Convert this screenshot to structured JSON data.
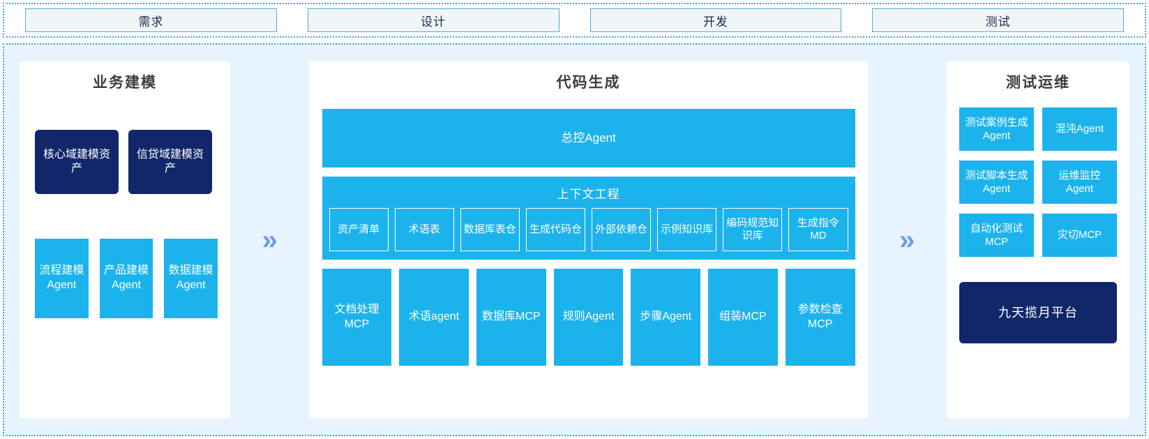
{
  "phases": [
    {
      "label": "需求"
    },
    {
      "label": "设计"
    },
    {
      "label": "开发"
    },
    {
      "label": "测试"
    }
  ],
  "arrows": {
    "glyph": "»"
  },
  "colors": {
    "blue": "#1cb3ec",
    "navy": "#11276a",
    "background": "#e7f4fd",
    "arrow": "#6d9ce9",
    "frame_border": "#3aa7dd",
    "phase_border": "#4badd4",
    "phase_fill": "#f1f5f7"
  },
  "left_panel": {
    "title": "业务建模",
    "assets": [
      {
        "label": "核心域建模资产"
      },
      {
        "label": "信贷域建模资产"
      }
    ],
    "agents": [
      {
        "label": "流程建模Agent"
      },
      {
        "label": "产品建模Agent"
      },
      {
        "label": "数据建模Agent"
      }
    ]
  },
  "center_panel": {
    "title": "代码生成",
    "master_agent": "总控Agent",
    "context": {
      "title": "上下文工程",
      "items": [
        {
          "label": "资产清单"
        },
        {
          "label": "术语表"
        },
        {
          "label": "数据库表仓"
        },
        {
          "label": "生成代码仓"
        },
        {
          "label": "外部依赖仓"
        },
        {
          "label": "示例知识库"
        },
        {
          "label": "编码规范知识库"
        },
        {
          "label": "生成指令MD"
        }
      ]
    },
    "tools": [
      {
        "label": "文档处理MCP"
      },
      {
        "label": "术语agent"
      },
      {
        "label": "数据库MCP"
      },
      {
        "label": "规则Agent"
      },
      {
        "label": "步骤Agent"
      },
      {
        "label": "组装MCP"
      },
      {
        "label": "参数检查MCP"
      }
    ]
  },
  "right_panel": {
    "title": "测试运维",
    "agents": [
      {
        "label": "测试案例生成Agent"
      },
      {
        "label": "混沌Agent"
      },
      {
        "label": "测试脚本生成Agent"
      },
      {
        "label": "运维监控Agent"
      },
      {
        "label": "自动化测试MCP"
      },
      {
        "label": "灾切MCP"
      }
    ],
    "platform": "九天揽月平台"
  }
}
